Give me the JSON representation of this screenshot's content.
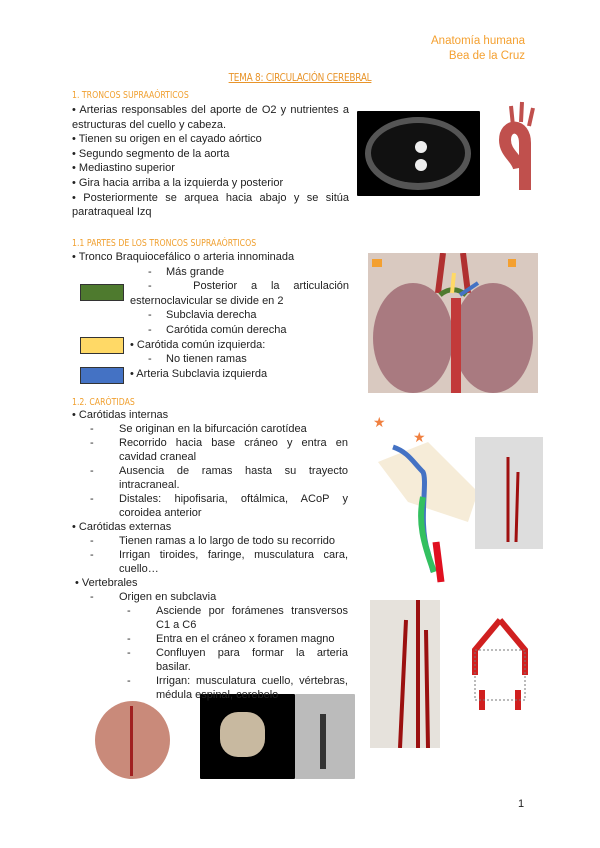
{
  "header": {
    "subject": "Anatomía humana",
    "author": "Bea de la Cruz"
  },
  "title": "TEMA 8: CIRCULACIÓN CEREBRAL",
  "s1": {
    "heading": "1. TRONCOS SUPRAAÓRTICOS",
    "bullets": [
      "• Arterias responsables del aporte de O2 y nutrientes a estructuras del cuello y cabeza.",
      "• Tienen su origen en el cayado aórtico",
      "• Segundo segmento de la aorta",
      "• Mediastino superior",
      "• Gira hacia arriba a la izquierda y posterior",
      "• Posteriormente se arquea hacia abajo y se sitúa paratraqueal Izq"
    ]
  },
  "s11": {
    "heading": "1.1 PARTES DE LOS TRONCOS SUPRAAÓRTICOS",
    "l0": "• Tronco Braquiocefálico o arteria innominada",
    "l1": "Más grande",
    "l2": "Posterior a la articulación esternoclavicular se divide en 2",
    "l3": "Subclavia derecha",
    "l4": "Carótida común derecha",
    "l5": "• Carótida común izquierda:",
    "l6": "No tienen ramas",
    "l7": "• Arteria Subclavia izquierda",
    "dash": "-",
    "colors": {
      "green": "#4E7A2E",
      "yellow": "#FFD966",
      "blue": "#4472C4"
    }
  },
  "s12": {
    "heading": "1.2. CARÓTIDAS",
    "internas": "• Carótidas internas",
    "int_items": [
      "Se originan en la bifurcación carotídea",
      "Recorrido hacia base cráneo y entra en cavidad craneal",
      "Ausencia de ramas hasta su trayecto intracraneal.",
      "Distales: hipofisaria, oftálmica, ACoP y coroidea anterior"
    ],
    "externas": "• Carótidas externas",
    "ext_items": [
      "Tienen ramas a lo largo de todo su recorrido",
      "Irrigan tiroides, faringe, musculatura cara, cuello…"
    ],
    "vertebrales": "• Vertebrales",
    "vert_item": "Origen en subclavia",
    "vert_sub": [
      "Asciende por forámenes transversos C1 a C6",
      "Entra en el cráneo x foramen magno",
      "Confluyen para formar la arteria basilar.",
      "Irrigan: musculatura cuello, vértebras, médula espinal, cerebelo"
    ]
  },
  "page_number": "1"
}
